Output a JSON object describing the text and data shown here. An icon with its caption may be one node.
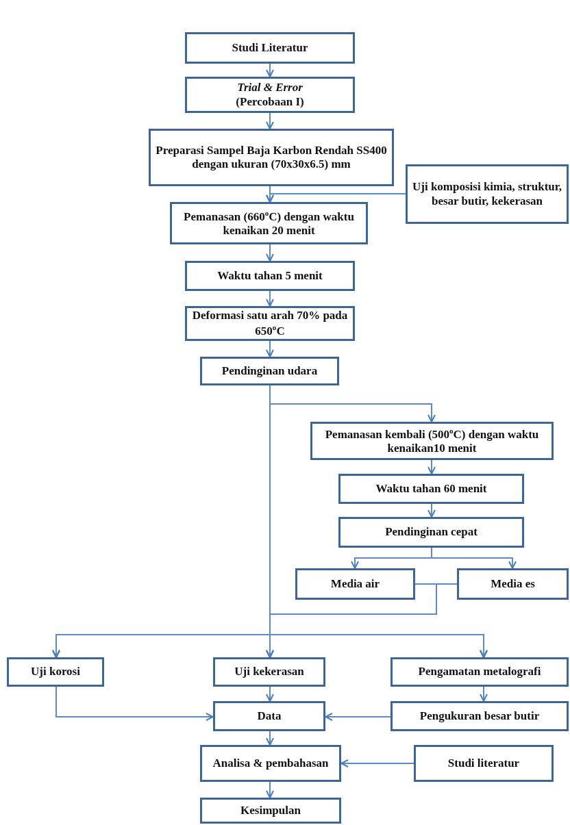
{
  "diagram": {
    "nodes": [
      {
        "text": [
          "Studi Literatur"
        ]
      },
      {
        "text": [
          "*Trial & Error*",
          "(Percobaan I)"
        ]
      },
      {
        "text": [
          "Preparasi Sampel Baja Karbon Rendah SS400 dengan ukuran (70x30x6.5) mm"
        ]
      },
      {
        "text": [
          "Uji komposisi kimia, struktur, besar butir, kekerasan"
        ]
      },
      {
        "text": [
          "Pemanasan (660$^{o}$C) dengan waktu kenaikan 20 menit"
        ]
      },
      {
        "text": [
          "Waktu tahan 5 menit"
        ]
      },
      {
        "text": [
          "Deformasi satu arah 70% pada 650$^{o}$C"
        ]
      },
      {
        "text": [
          "Pendinginan udara"
        ]
      },
      {
        "text": [
          "Pemanasan kembali (500$^{o}$C) dengan waktu kenaikan10 menit"
        ]
      },
      {
        "text": [
          "Waktu tahan 60 menit"
        ]
      },
      {
        "text": [
          "Pendinginan cepat"
        ]
      },
      {
        "text": [
          "Media air"
        ]
      },
      {
        "text": [
          "Media es"
        ]
      },
      {
        "text": [
          "Uji korosi"
        ]
      },
      {
        "text": [
          "Uji kekerasan"
        ]
      },
      {
        "text": [
          "Pengamatan metalografi"
        ]
      },
      {
        "text": [
          "Data"
        ]
      },
      {
        "text": [
          "Pengukuran besar butir"
        ]
      },
      {
        "text": [
          "Analisa & pembahasan"
        ]
      },
      {
        "text": [
          "Studi literatur"
        ]
      },
      {
        "text": [
          "Kesimpulan"
        ]
      }
    ],
    "edges": [
      {
        "from": 0,
        "to": 1,
        "arrow": "to"
      },
      {
        "from": 1,
        "to": 2,
        "arrow": "to"
      },
      {
        "from": 2,
        "to": 4,
        "arrow": "to"
      },
      {
        "from": 3,
        "to": 4,
        "arrow": "to"
      },
      {
        "from": 4,
        "to": 5,
        "arrow": "to"
      },
      {
        "from": 5,
        "to": 6,
        "arrow": "to"
      },
      {
        "from": 6,
        "to": 7,
        "arrow": "to"
      },
      {
        "from": 7,
        "to": 8,
        "arrow": "to"
      },
      {
        "from": 7,
        "to": 13,
        "arrow": "to"
      },
      {
        "from": 7,
        "to": 14,
        "arrow": "to"
      },
      {
        "from": 7,
        "to": 15,
        "arrow": "to"
      },
      {
        "from": 8,
        "to": 9,
        "arrow": "to"
      },
      {
        "from": 9,
        "to": 10,
        "arrow": "to"
      },
      {
        "from": 10,
        "to": 11,
        "arrow": "to"
      },
      {
        "from": 10,
        "to": 12,
        "arrow": "to"
      },
      {
        "from": 11,
        "to": 13,
        "arrow": "to"
      },
      {
        "from": 11,
        "to": 14,
        "arrow": "to"
      },
      {
        "from": 11,
        "to": 15,
        "arrow": "to"
      },
      {
        "from": 12,
        "to": 13,
        "arrow": "to"
      },
      {
        "from": 12,
        "to": 14,
        "arrow": "to"
      },
      {
        "from": 12,
        "to": 15,
        "arrow": "to"
      },
      {
        "from": 13,
        "to": 16,
        "arrow": "to"
      },
      {
        "from": 14,
        "to": 16,
        "arrow": "to"
      },
      {
        "from": 15,
        "to": 17,
        "arrow": "to"
      },
      {
        "from": 17,
        "to": 16,
        "arrow": "to"
      },
      {
        "from": 16,
        "to": 18,
        "arrow": "to"
      },
      {
        "from": 19,
        "to": 18,
        "arrow": "to"
      },
      {
        "from": 18,
        "to": 20,
        "arrow": "to"
      }
    ]
  }
}
